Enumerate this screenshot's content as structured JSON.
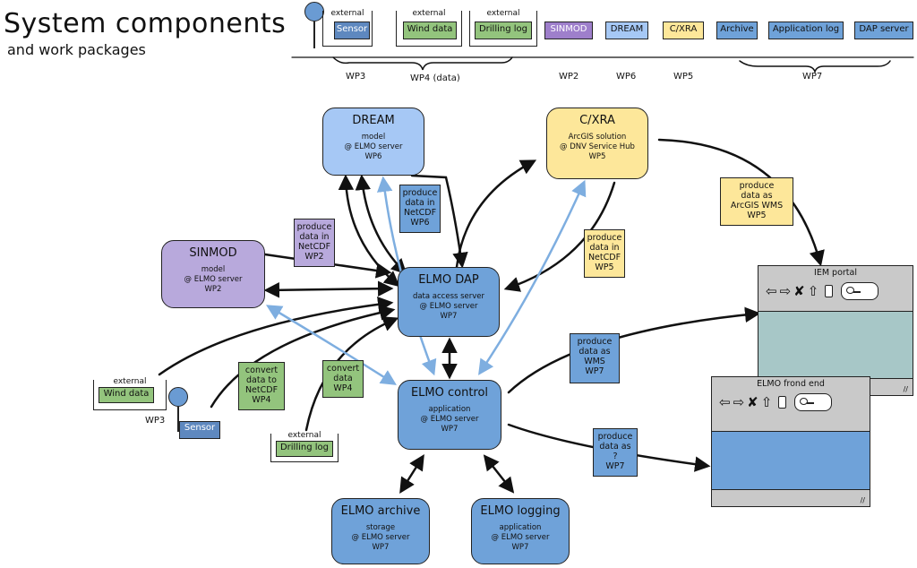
{
  "header": {
    "title": "System components",
    "subtitle": "and work packages"
  },
  "colors": {
    "dream": "#a6c8f5",
    "cxra": "#fde79a",
    "sinmod": "#b8a9dc",
    "blue": "#6fa2d9",
    "green": "#93c47d",
    "legend_purple": "#9e7fcb",
    "legend_blue": "#5e88bf",
    "window_content": "#a7c7c7",
    "window_content2": "#6fa2d9",
    "arrow_blue": "#7eaee0"
  },
  "legend": {
    "items": [
      {
        "label": "Sensor",
        "external": "external"
      },
      {
        "label": "Wind data",
        "external": "external"
      },
      {
        "label": "Drilling log",
        "external": "external"
      },
      {
        "label": "SINMOD"
      },
      {
        "label": "DREAM"
      },
      {
        "label": "C/XRA"
      },
      {
        "label": "Archive"
      },
      {
        "label": "Application log"
      },
      {
        "label": "DAP server"
      }
    ],
    "wp_labels": [
      "WP3",
      "WP4 (data)",
      "WP2",
      "WP6",
      "WP5",
      "WP7"
    ]
  },
  "nodes": {
    "dream": {
      "title": "DREAM",
      "lines": [
        "model",
        "@ ELMO server",
        "WP6"
      ]
    },
    "cxra": {
      "title": "C/XRA",
      "lines": [
        "ArcGIS solution",
        "@ DNV Service Hub",
        "WP5"
      ]
    },
    "sinmod": {
      "title": "SINMOD",
      "lines": [
        "model",
        "@ ELMO server",
        "WP2"
      ]
    },
    "dap": {
      "title": "ELMO DAP",
      "lines": [
        "data access server",
        "@ ELMO server",
        "WP7"
      ]
    },
    "control": {
      "title": "ELMO control",
      "lines": [
        "application",
        "@ ELMO server",
        "WP7"
      ]
    },
    "archive": {
      "title": "ELMO archive",
      "lines": [
        "storage",
        "@ ELMO server",
        "WP7"
      ]
    },
    "logging": {
      "title": "ELMO logging",
      "lines": [
        "application",
        "@ ELMO server",
        "WP7"
      ]
    }
  },
  "notes": [
    {
      "lines": [
        "produce",
        "data in",
        "NetCDF",
        "WP6"
      ]
    },
    {
      "lines": [
        "produce",
        "data in",
        "NetCDF",
        "WP2"
      ]
    },
    {
      "lines": [
        "produce",
        "data in",
        "NetCDF",
        "WP5"
      ]
    },
    {
      "lines": [
        "produce",
        "data as",
        "ArcGIS WMS",
        "WP5"
      ]
    },
    {
      "lines": [
        "produce",
        "data as",
        "WMS",
        "WP7"
      ]
    },
    {
      "lines": [
        "produce",
        "data as",
        "?",
        "WP7"
      ]
    },
    {
      "lines": [
        "convert",
        "data to",
        "NetCDF",
        "WP4"
      ]
    },
    {
      "lines": [
        "convert",
        "data",
        "WP4"
      ]
    }
  ],
  "externals": {
    "tag": "external",
    "wind": "Wind data",
    "drilling": "Drilling log",
    "sensor": "Sensor",
    "wp3": "WP3"
  },
  "windows": {
    "iem": {
      "title": "IEM portal"
    },
    "front": {
      "title": "ELMO frond end"
    },
    "toolbar": [
      "⇦",
      "⇨",
      "✘",
      "⇧"
    ],
    "grip": "//"
  }
}
